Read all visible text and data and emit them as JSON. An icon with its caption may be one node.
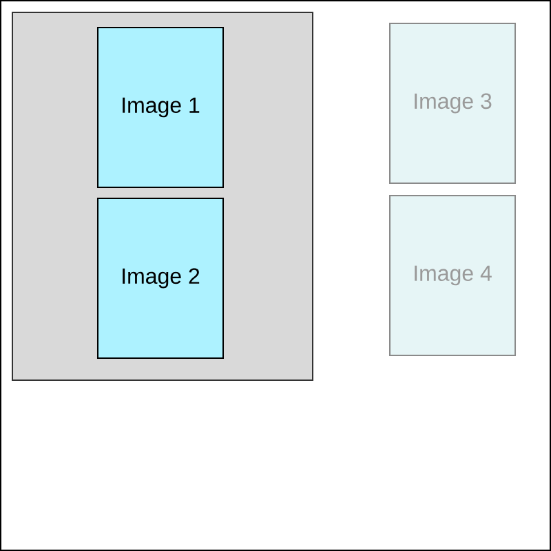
{
  "diagram": {
    "nodes": [
      {
        "text": [],
        "shape": "box"
      },
      {
        "text": [
          "Image 1"
        ],
        "in": 0
      },
      {
        "text": [
          "Image 2"
        ],
        "in": 0
      },
      {
        "text": [
          "Image 3"
        ]
      },
      {
        "text": [
          "Image 4"
        ]
      }
    ]
  }
}
